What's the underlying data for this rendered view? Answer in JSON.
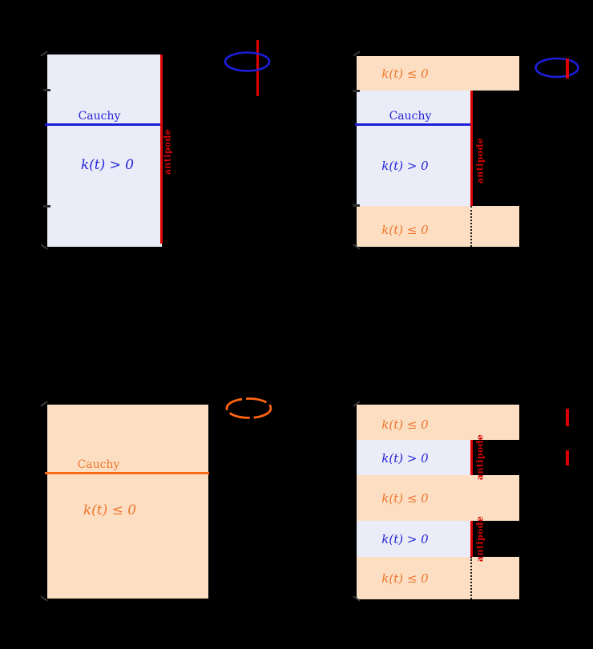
{
  "figure": {
    "background_color": "#000000",
    "colors": {
      "k_positive_fill": "#eaecf8",
      "k_nonpositive_fill": "#fcdfc3",
      "blue": "#2424d6",
      "orange": "#ee742c",
      "orange_line": "#ff6a14",
      "red": "#dd0000"
    },
    "panel_top_left": {
      "cauchy_label": "Cauchy",
      "k_label": "k(t) > 0",
      "antipode_label": "antipode"
    },
    "panel_top_right": {
      "bands": [
        {
          "label": "k(t) ≤ 0"
        },
        {
          "label": "k(t) > 0"
        },
        {
          "label": "k(t) ≤ 0"
        }
      ],
      "cauchy_label": "Cauchy",
      "antipode_label": "antipode"
    },
    "panel_bottom_left": {
      "cauchy_label": "Cauchy",
      "k_label": "k(t) ≤ 0"
    },
    "panel_bottom_right": {
      "bands": [
        {
          "label": "k(t) ≤ 0"
        },
        {
          "label": "k(t) > 0"
        },
        {
          "label": "k(t) ≤ 0"
        },
        {
          "label": "k(t) > 0"
        },
        {
          "label": "k(t) ≤ 0"
        }
      ],
      "antipode_label_upper": "antipode",
      "antipode_label_lower": "antipode"
    }
  }
}
